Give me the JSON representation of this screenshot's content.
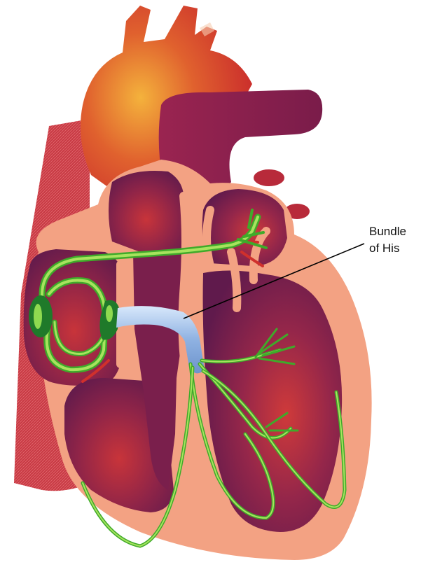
{
  "diagram": {
    "labels": [
      {
        "id": "bundle-of-his",
        "lines": [
          "Bundle",
          "of His"
        ]
      }
    ]
  },
  "colors": {
    "aorta_red": "#d8322a",
    "aorta_highlight": "#f2a336",
    "pericardium_salmon": "#f3a080",
    "chamber_purple": "#6e1a4e",
    "chamber_red": "#b82a3a",
    "conduction_green": "#3faa2a",
    "conduction_light_green": "#9fe05a",
    "node_dark_green": "#1f7a2a",
    "bundle_blue": "#8fb4e0",
    "vena_cava_red": "#c4333c",
    "leader_line": "#000000"
  }
}
